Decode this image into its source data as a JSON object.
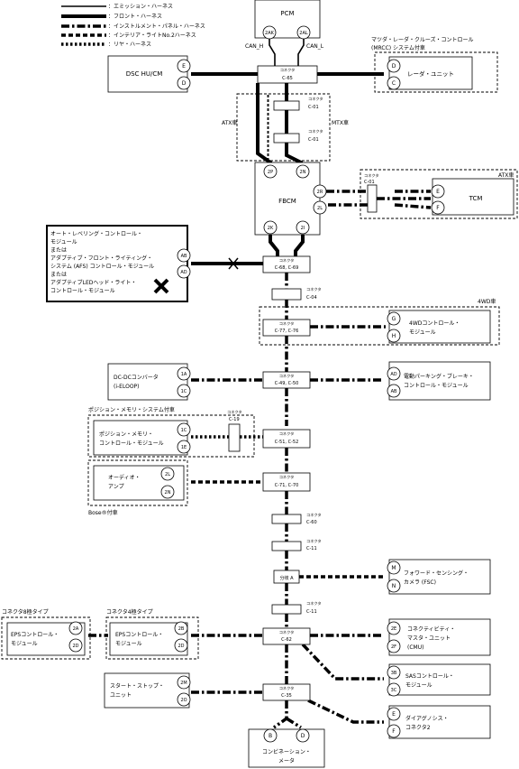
{
  "legend": [
    {
      "label": "：エミッション・ハーネス",
      "style": "solid-thin"
    },
    {
      "label": "：フロント・ハーネス",
      "style": "solid-thick"
    },
    {
      "label": "：インストルメント・パネル・ハーネス",
      "style": "dash-dot"
    },
    {
      "label": "：インテリア・ライトNo.2ハーネス",
      "style": "dash"
    },
    {
      "label": "：リヤ・ハーネス",
      "style": "dot"
    }
  ],
  "modules": {
    "pcm": "PCM",
    "dsc": "DSC HU/CM",
    "radar_title": "マツダ・レーダ・クルーズ・コントロール",
    "radar_title2": "(MRCC) システム付車",
    "radar_unit": "レーダ・ユニット",
    "fbcm": "FBCM",
    "tcm": "TCM",
    "atx_car": "ATX車",
    "atx_car2": "ATX車",
    "mtx_car": "MTX車",
    "leveling_lines": [
      "オート・レベリング・コントロール・",
      "モジュール",
      "または",
      "アダプティブ・フロント・ライティング・",
      "システム (AFS) コントロール・モジュール",
      "または",
      "アダプティブLEDヘッド・ライト・",
      "コントロール・モジュール"
    ],
    "awd_car": "4WD車",
    "awd_module": [
      "4WDコントロール・",
      "モジュール"
    ],
    "dcdc": [
      "DC-DCコンバータ",
      "(i-ELOOP)"
    ],
    "epb": [
      "電動パーキング・ブレーキ・",
      "コントロール・モジュール"
    ],
    "memory_title": "ポジション・メモリ・システム付車",
    "memory_module": [
      "ポジション・メモリ・",
      "コントロール・モジュール"
    ],
    "audio": [
      "オーディオ・",
      "アンプ"
    ],
    "bose": "Bose®付車",
    "splice": "分岐 A",
    "fsc": [
      "フォワード・センシング・",
      "カメラ (FSC)"
    ],
    "eps8_title": "コネクタ8極タイプ",
    "eps4_title": "コネクタ4極タイプ",
    "eps8": [
      "EPSコントロール・",
      "モジュール"
    ],
    "eps4": [
      "EPSコントロール・",
      "モジュール"
    ],
    "cmu": [
      "コネクティビティ・",
      "マスタ・ユニット",
      "(CMU)"
    ],
    "sas": [
      "SASコントロール・",
      "モジュール"
    ],
    "start_stop": [
      "スタート・ストップ・",
      "ユニット"
    ],
    "diag": [
      "ダイアグノシス・",
      "コネクタ2"
    ],
    "combi": [
      "コンビネーション・",
      "メータ"
    ]
  },
  "bus_labels": {
    "can_h": "CAN_H",
    "can_l": "CAN_L"
  },
  "connector_word": "コネクタ",
  "connectors": {
    "c65": "C-65",
    "c01a": "C-01",
    "c01b": "C-01",
    "c01c": "C-01",
    "c68": "C-68, C-69",
    "c04": "C-04",
    "c77": "C-77, C-76",
    "c49": "C-49, C-50",
    "c19": "C-19",
    "c51": "C-51, C-52",
    "c71": "C-71, C-70",
    "c60": "C-60",
    "c11a": "C-11",
    "c11b": "C-11",
    "c62": "C-62",
    "c35": "C-35"
  },
  "pins": {
    "pcm_h": "2AK",
    "pcm_l": "2AL",
    "dsc_1": "E",
    "dsc_2": "D",
    "radar_1": "D",
    "radar_2": "C",
    "fbcm_1": "2P",
    "fbcm_2": "2N",
    "fbcm_3": "2R",
    "fbcm_4": "2L",
    "fbcm_5": "2K",
    "fbcm_6": "2I",
    "tcm_1": "E",
    "tcm_2": "F",
    "lev_1": "AB",
    "lev_2": "AD",
    "awd_1": "G",
    "awd_2": "H",
    "dcdc_1": "1A",
    "dcdc_2": "1C",
    "epb_1": "AD",
    "epb_2": "AB",
    "mem_1": "1C",
    "mem_2": "1E",
    "aud_1": "2L",
    "aud_2": "2N",
    "fsc_1": "M",
    "fsc_2": "N",
    "eps8_1": "2A",
    "eps8_2": "2D",
    "eps4_1": "2B",
    "eps4_2": "2D",
    "cmu_1": "2E",
    "cmu_2": "2F",
    "sas_1": "3B",
    "sas_2": "3C",
    "ss_1": "2M",
    "ss_2": "2O",
    "diag_1": "E",
    "diag_2": "F",
    "combi_1": "B",
    "combi_2": "D"
  }
}
